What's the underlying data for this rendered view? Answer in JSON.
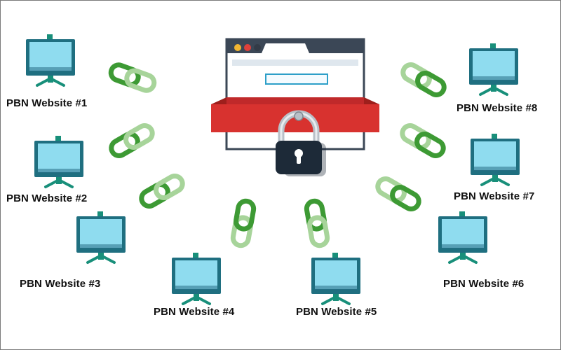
{
  "diagram": {
    "center": {
      "name": "locked-browser-window",
      "browser_dots": [
        "#f2b632",
        "#e0403a",
        "#333b47"
      ],
      "banner_color": "#d8322f",
      "lock_color": "#1d2a38"
    },
    "sites": [
      {
        "id": 1,
        "label": "PBN Website #1"
      },
      {
        "id": 2,
        "label": "PBN Website #2"
      },
      {
        "id": 3,
        "label": "PBN Website #3"
      },
      {
        "id": 4,
        "label": "PBN Website #4"
      },
      {
        "id": 5,
        "label": "PBN Website #5"
      },
      {
        "id": 6,
        "label": "PBN Website #6"
      },
      {
        "id": 7,
        "label": "PBN Website #7"
      },
      {
        "id": 8,
        "label": "PBN Website #8"
      }
    ],
    "links": [
      {
        "between": [
          1,
          "center"
        ]
      },
      {
        "between": [
          2,
          "center"
        ]
      },
      {
        "between": [
          3,
          "center"
        ]
      },
      {
        "between": [
          4,
          "center"
        ]
      },
      {
        "between": [
          5,
          "center"
        ]
      },
      {
        "between": [
          6,
          "center"
        ]
      },
      {
        "between": [
          7,
          "center"
        ]
      },
      {
        "between": [
          8,
          "center"
        ]
      }
    ],
    "colors": {
      "screen": "#8fdcef",
      "screen_frame": "#1f6f80",
      "stand": "#188f7a",
      "chain_dark": "#3d9a34",
      "chain_light": "#a7d49a",
      "border": "#7a7a7a"
    }
  }
}
